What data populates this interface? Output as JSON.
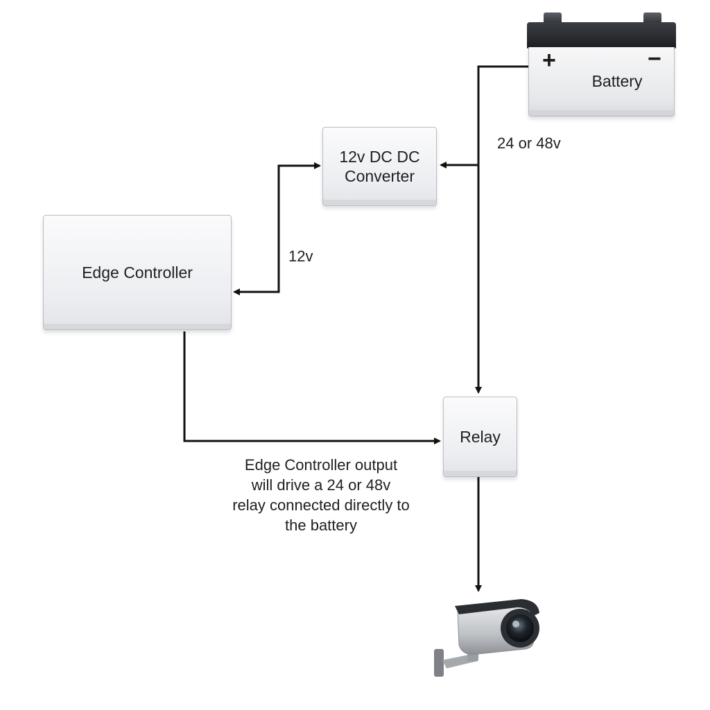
{
  "diagram": {
    "battery": {
      "label": "Battery",
      "positive_sign": "+",
      "negative_sign": "−"
    },
    "converter": {
      "label": "12v DC DC\nConverter"
    },
    "edge_controller": {
      "label": "Edge Controller"
    },
    "relay": {
      "label": "Relay"
    },
    "wire_labels": {
      "battery_voltage": "24 or 48v",
      "controller_voltage": "12v"
    },
    "note": "Edge Controller output\nwill drive a 24 or 48v\nrelay connected directly to\nthe battery",
    "camera_icon": "security-camera-icon"
  },
  "colors": {
    "wire": "#111111",
    "box_border": "#b9bcc2",
    "battery_lid": "#1c1e21"
  }
}
